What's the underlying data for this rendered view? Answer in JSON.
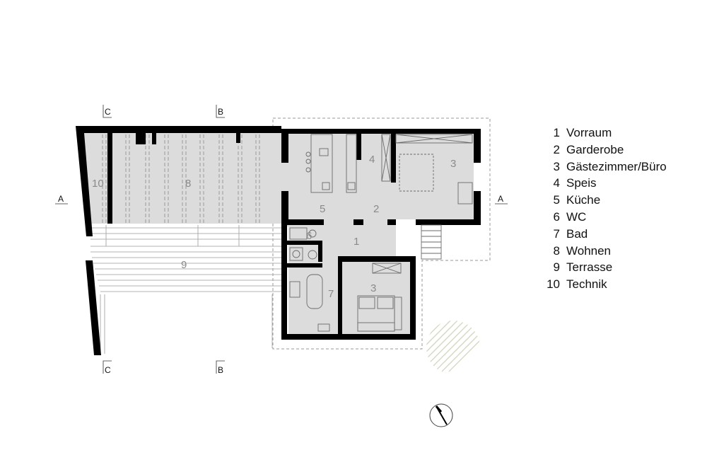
{
  "rooms": [
    {
      "number": "1",
      "name": "Vorraum"
    },
    {
      "number": "2",
      "name": "Garderobe"
    },
    {
      "number": "3",
      "name": "Gästezimmer/Büro"
    },
    {
      "number": "4",
      "name": "Speis"
    },
    {
      "number": "5",
      "name": "Küche"
    },
    {
      "number": "6",
      "name": "WC"
    },
    {
      "number": "7",
      "name": "Bad"
    },
    {
      "number": "8",
      "name": "Wohnen"
    },
    {
      "number": "9",
      "name": "Terrasse"
    },
    {
      "number": "10",
      "name": "Technik"
    }
  ],
  "plan_labels": {
    "room_1": "1",
    "room_2": "2",
    "room_3a": "3",
    "room_3b": "3",
    "room_4": "4",
    "room_5": "5",
    "room_6": "6",
    "room_7": "7",
    "room_8": "8",
    "room_9": "9",
    "room_10": "10"
  },
  "sections": {
    "a_left": "A",
    "a_right": "A",
    "b_top": "B",
    "b_bottom": "B",
    "c_top": "C",
    "c_bottom": "C"
  },
  "colors": {
    "wall": "#000000",
    "floor": "#dcdcdc",
    "terrace_line": "#9a9a9a",
    "dashed_outline": "#9a9a9a",
    "tree_hatch": "#cfd3b8"
  }
}
